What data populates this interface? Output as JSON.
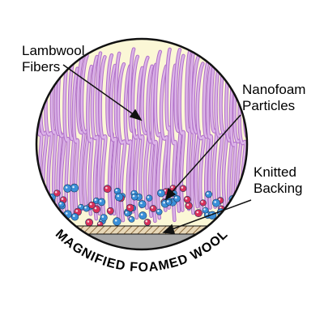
{
  "labels": {
    "lambwool": [
      "Lambwool",
      "Fibers"
    ],
    "nanofoam": [
      "Nanofoam",
      "Particles"
    ],
    "knitted": [
      "Knitted",
      "Backing"
    ]
  },
  "caption": "MAGNIFIED FOAMED WOOL",
  "colors": {
    "background_fill": "#fbf7d6",
    "fiber_fill": "#dcb4e8",
    "fiber_stroke": "#b070c8",
    "particle_blue": "#3a8fd8",
    "particle_red": "#d8305a",
    "backing_stripe": "#c8a878",
    "base_gray": "#a8a8a8",
    "outline": "#111111"
  }
}
